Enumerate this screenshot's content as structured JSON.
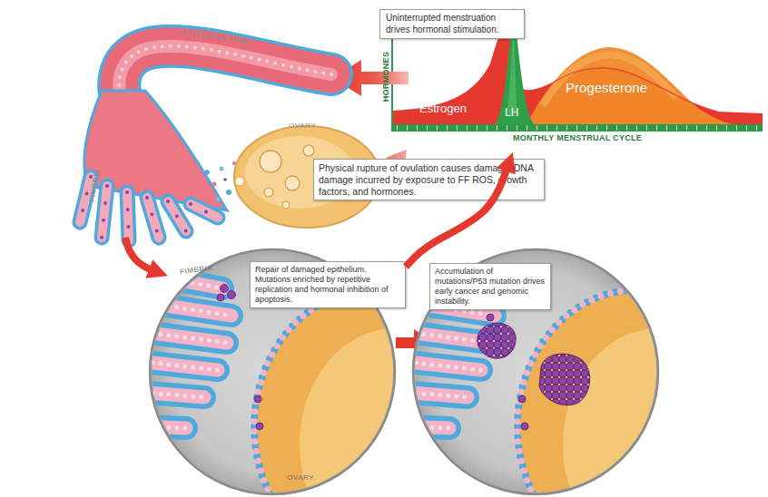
{
  "diagram": {
    "nodes": [
      {
        "text": [
          "Uninterrupted menstruation drives hormonal stimulation.",
          "HORMONES",
          "Estrogen",
          "LH",
          "Progesterone",
          "MONTHLY MENSTRUAL CYCLE"
        ]
      },
      {
        "text": [
          "Physical rupture of ovulation causes damage. DNA damage incurred by exposure to FF ROS, growth factors, and hormones."
        ]
      },
      {
        "text": [
          "Repair of damaged epithelium. Mutations enriched by repetitive replication and hormonal inhibition of apoptosis."
        ]
      },
      {
        "text": [
          "Accumulation of mutations/P53 mutation drives early cancer and genomic instability."
        ]
      }
    ],
    "edges": [
      {
        "from": 2,
        "to": 0,
        "arrow": "to"
      }
    ],
    "labels": [
      "FALLOPIAN TUBE",
      "FIMBRIA",
      "OVARY",
      "FIMBRIA",
      "OVARY"
    ]
  }
}
